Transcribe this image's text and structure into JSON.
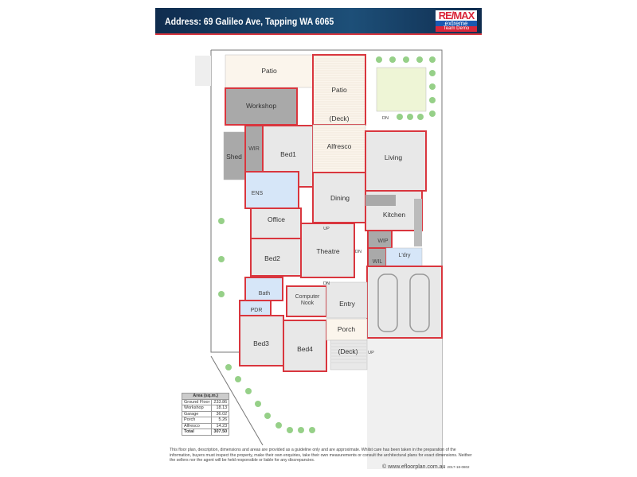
{
  "header": {
    "address": "Address: 69 Galileo Ave, Tapping WA 6065",
    "logo": {
      "brand": "RE/MAX",
      "line1": "extreme",
      "line2": "Team Demo"
    }
  },
  "colors": {
    "wall": "#d9363e",
    "room": "#e8e8e8",
    "dark_room": "#a9a9a9",
    "wet_area": "#d6e6f8",
    "outdoor": "#fbf5ec",
    "garden": "#eef5d6",
    "tree": "#7cc46a"
  },
  "rooms": [
    {
      "id": "patio",
      "label": "Patio"
    },
    {
      "id": "workshop",
      "label": "Workshop"
    },
    {
      "id": "patio-deck",
      "label": "Patio"
    },
    {
      "id": "patio-deck-sub",
      "label": "(Deck)"
    },
    {
      "id": "shed",
      "label": "Shed"
    },
    {
      "id": "wir",
      "label": "WIR"
    },
    {
      "id": "bed1",
      "label": "Bed1"
    },
    {
      "id": "alfresco",
      "label": "Alfresco"
    },
    {
      "id": "living",
      "label": "Living"
    },
    {
      "id": "ens",
      "label": "ENS"
    },
    {
      "id": "dining",
      "label": "Dining"
    },
    {
      "id": "kitchen",
      "label": "Kitchen"
    },
    {
      "id": "office",
      "label": "Office"
    },
    {
      "id": "bed2",
      "label": "Bed2"
    },
    {
      "id": "theatre",
      "label": "Theatre"
    },
    {
      "id": "wip",
      "label": "WIP"
    },
    {
      "id": "wil",
      "label": "WIL"
    },
    {
      "id": "laundry",
      "label": "L'dry"
    },
    {
      "id": "bath",
      "label": "Bath"
    },
    {
      "id": "pdr",
      "label": "PDR"
    },
    {
      "id": "computer-nook",
      "label": "Computer"
    },
    {
      "id": "computer-nook-2",
      "label": "Nook"
    },
    {
      "id": "entry",
      "label": "Entry"
    },
    {
      "id": "bed3",
      "label": "Bed3"
    },
    {
      "id": "bed4",
      "label": "Bed4"
    },
    {
      "id": "porch",
      "label": "Porch"
    },
    {
      "id": "deck",
      "label": "(Deck)"
    }
  ],
  "stairs": {
    "dn": "DN",
    "up": "UP"
  },
  "area_table": {
    "header": "Area (sq.m.)",
    "rows": [
      {
        "name": "Ground Floor",
        "value": "233.86"
      },
      {
        "name": "Workshop",
        "value": "18.13"
      },
      {
        "name": "Garage",
        "value": "36.02"
      },
      {
        "name": "Porch",
        "value": "5.26"
      },
      {
        "name": "Alfresco",
        "value": "14.23"
      }
    ],
    "total": {
      "name": "Total",
      "value": "307.50"
    }
  },
  "disclaimer": "This floor plan, description, dimensions and areas are provided as a guideline only and are approximate. Whilst care has been taken in the preparation of the information, buyers must inspect the property, make their own enquiries, take their own measurements or consult the architectural plans for exact dimensions. Neither the sellers nor the agent will be held responsible or liable for any discrepancies.",
  "footer": {
    "website": "© www.efloorplan.com.au",
    "code": "2017-18-0802"
  }
}
